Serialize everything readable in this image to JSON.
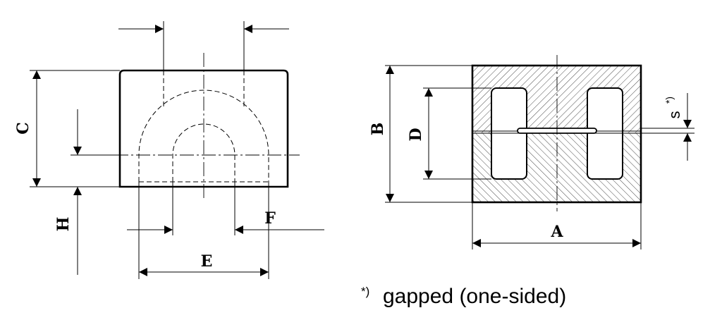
{
  "labels": {
    "A": "A",
    "B": "B",
    "C": "C",
    "D": "D",
    "E": "E",
    "F": "F",
    "H": "H",
    "s": "s",
    "s_mark": "*)"
  },
  "footnote": {
    "mark": "*)",
    "text": "gapped (one-sided)"
  }
}
